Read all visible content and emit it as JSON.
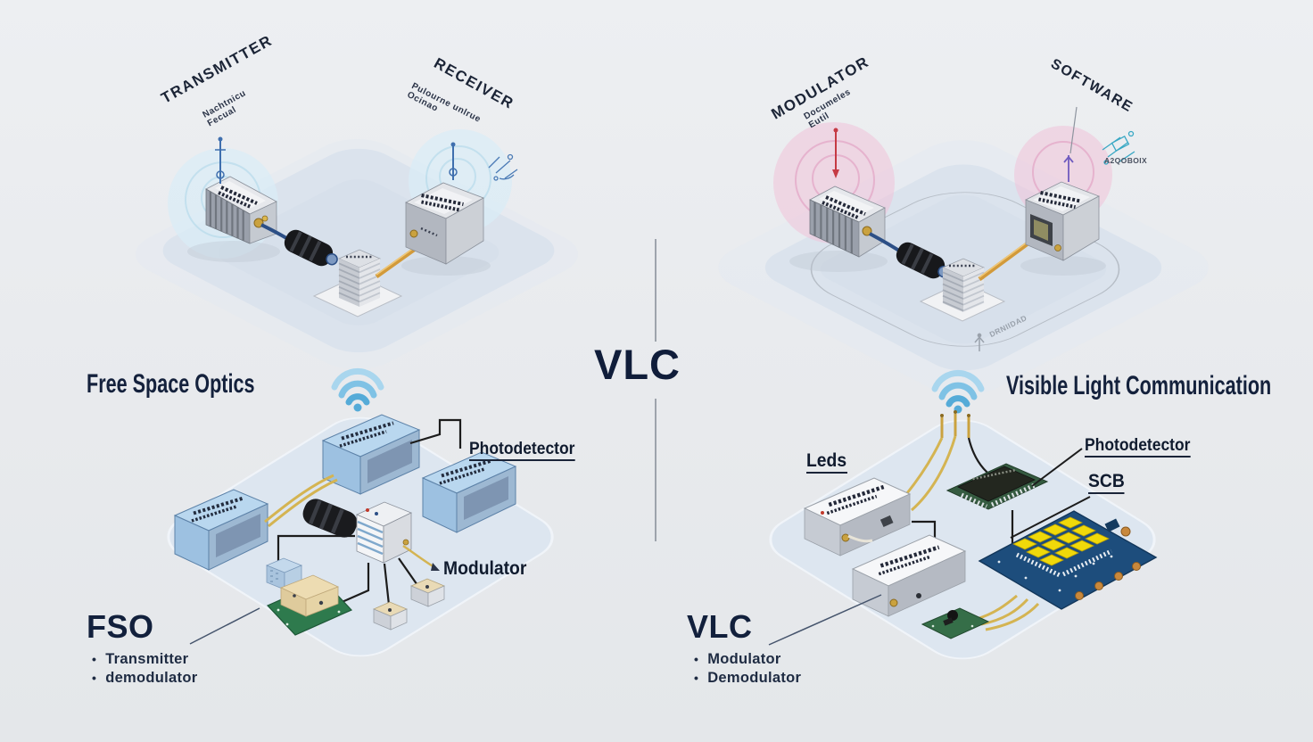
{
  "divider": {
    "title": "VLC"
  },
  "fso_hardware": {
    "transmitter_label": "TRANSMITTER",
    "transmitter_sub1": "Nachtnicu",
    "transmitter_sub2": "Fecual",
    "receiver_label": "RECEIVER",
    "receiver_sub1": "Pulourne unlrue",
    "receiver_sub2": "Ocinao"
  },
  "vlc_hardware": {
    "modulator_label": "MODULATOR",
    "modulator_sub1": "Documeles",
    "modulator_sub2": "Eutil",
    "software_label": "SOFTWARE",
    "device_note": "A2QOBOIX",
    "path_note": "DRNIIDAD"
  },
  "fso_components": {
    "heading": "Free Space Optics",
    "callout_photodetector": "Photodetector",
    "callout_modulator": "Modulator",
    "summary_title": "FSO",
    "bullets": [
      "Transmitter",
      "demodulator"
    ]
  },
  "vlc_components": {
    "heading": "Visible Light Communication",
    "callout_leds": "Leds",
    "callout_photodetector": "Photodetector",
    "callout_scb": "SCB",
    "summary_title": "VLC",
    "bullets": [
      "Modulator",
      "Demodulator"
    ]
  },
  "colors": {
    "text_navy": "#15223e",
    "wifi_blue": "#6fb9e0",
    "glow_blue": "#d9ecf6",
    "glow_pink": "#f0c3d8",
    "cable_orange": "#d29a3a",
    "wire_yellow": "#d4b452",
    "pcb_green": "#2e7a4d",
    "pcb_blue": "#1d4d7c",
    "led_yellow": "#f0d90a",
    "platform_blue": "#dbe3ed"
  }
}
